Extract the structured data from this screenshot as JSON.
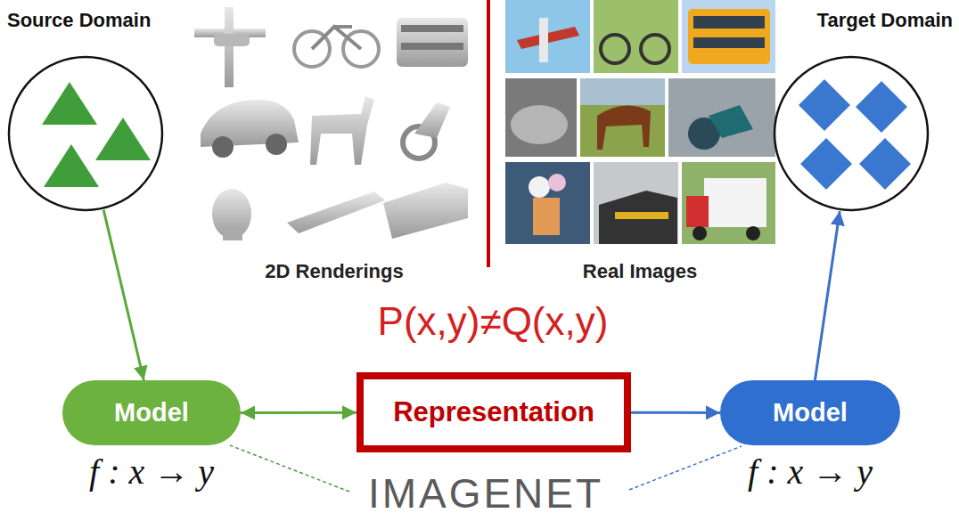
{
  "diagram": {
    "nodes": [
      {
        "text": [
          "Source Domain"
        ]
      },
      {
        "text": [
          "Target Domain"
        ]
      },
      {
        "text": [
          "Model",
          "f : x → y"
        ]
      },
      {
        "text": [
          "Representation"
        ]
      },
      {
        "text": [
          "Model",
          "f : x → y"
        ]
      }
    ],
    "edges": [
      {
        "from": 0,
        "to": 2,
        "arrow": "to"
      },
      {
        "from": 2,
        "to": 3,
        "arrow": "both"
      },
      {
        "from": 3,
        "to": 4,
        "arrow": "to"
      },
      {
        "from": 4,
        "to": 1,
        "arrow": "to"
      }
    ],
    "labels": [
      "2D Renderings",
      "Real Images",
      "P(x,y)≠Q(x,y)",
      "IMAGENET"
    ]
  }
}
